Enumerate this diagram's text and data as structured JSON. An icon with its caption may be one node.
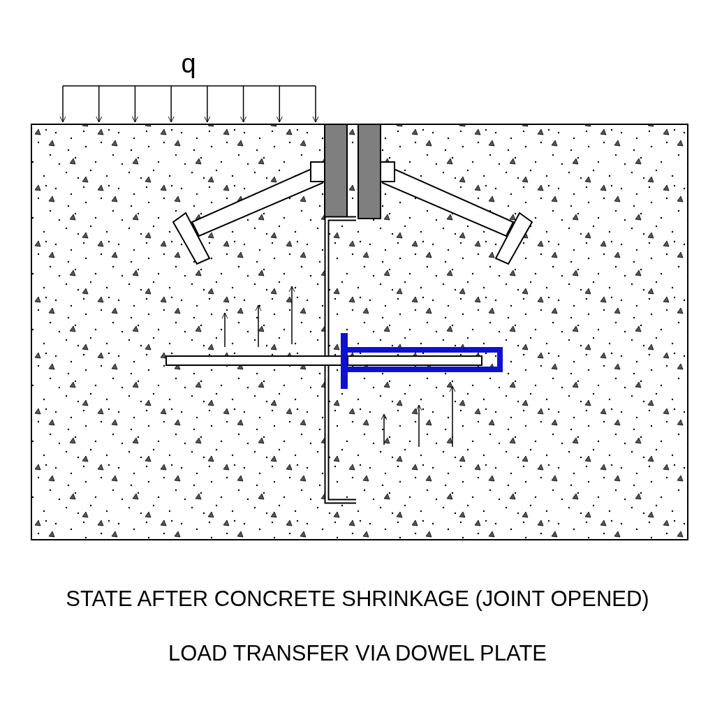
{
  "diagram": {
    "caption": "STATE AFTER CONCRETE SHRINKAGE (JOINT OPENED)",
    "labels": [
      "q",
      "LOAD TRANSFER VIA DOWEL PLATE"
    ]
  }
}
